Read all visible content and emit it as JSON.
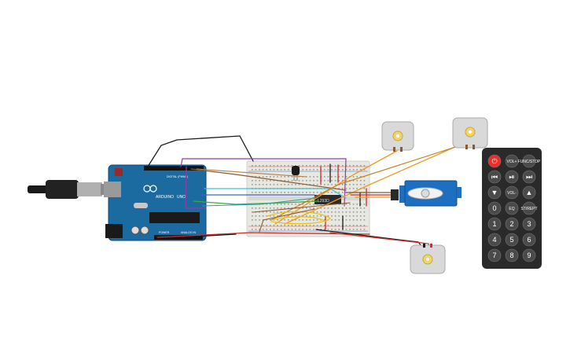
{
  "arduino": {
    "brand": "ARDUINO",
    "model": "UNO",
    "digital_label": "DIGITAL (PWM~)",
    "power_label": "POWER",
    "analog_label": "ANALOG IN"
  },
  "chip": {
    "label": "L293D"
  },
  "remote": {
    "buttons": [
      {
        "id": "power",
        "label": "⏻",
        "row": 0,
        "col": 0,
        "red": true
      },
      {
        "id": "vol-up",
        "label": "VOL+",
        "row": 0,
        "col": 1,
        "small": true
      },
      {
        "id": "func-stop",
        "label": "FUNC/STOP",
        "row": 0,
        "col": 2,
        "small": true
      },
      {
        "id": "prev",
        "label": "⏮",
        "row": 1,
        "col": 0
      },
      {
        "id": "play-pause",
        "label": "⏯",
        "row": 1,
        "col": 1
      },
      {
        "id": "next",
        "label": "⏭",
        "row": 1,
        "col": 2
      },
      {
        "id": "down",
        "label": "▼",
        "row": 2,
        "col": 0
      },
      {
        "id": "vol-down",
        "label": "VOL-",
        "row": 2,
        "col": 1,
        "small": true
      },
      {
        "id": "up",
        "label": "▲",
        "row": 2,
        "col": 2
      },
      {
        "id": "zero",
        "label": "0",
        "row": 3,
        "col": 0
      },
      {
        "id": "eq",
        "label": "EQ",
        "row": 3,
        "col": 1,
        "small": true
      },
      {
        "id": "st-rept",
        "label": "ST/REPT",
        "row": 3,
        "col": 2,
        "small": true
      },
      {
        "id": "one",
        "label": "1",
        "row": 4,
        "col": 0
      },
      {
        "id": "two",
        "label": "2",
        "row": 4,
        "col": 1
      },
      {
        "id": "three",
        "label": "3",
        "row": 4,
        "col": 2
      },
      {
        "id": "four",
        "label": "4",
        "row": 5,
        "col": 0
      },
      {
        "id": "five",
        "label": "5",
        "row": 5,
        "col": 1
      },
      {
        "id": "six",
        "label": "6",
        "row": 5,
        "col": 2
      },
      {
        "id": "seven",
        "label": "7",
        "row": 6,
        "col": 0
      },
      {
        "id": "eight",
        "label": "8",
        "row": 6,
        "col": 1
      },
      {
        "id": "nine",
        "label": "9",
        "row": 6,
        "col": 2
      }
    ]
  },
  "colors": {
    "arduino_blue": "#1b6aa0",
    "breadboard": "#e8e8e2",
    "remote_body": "#2a2a2a",
    "remote_button": "#4a4a4a",
    "power_button": "#e8302a",
    "servo_blue": "#1f6fc0",
    "motor_body": "#d9d9d9",
    "motor_hub": "#f3d36b"
  }
}
